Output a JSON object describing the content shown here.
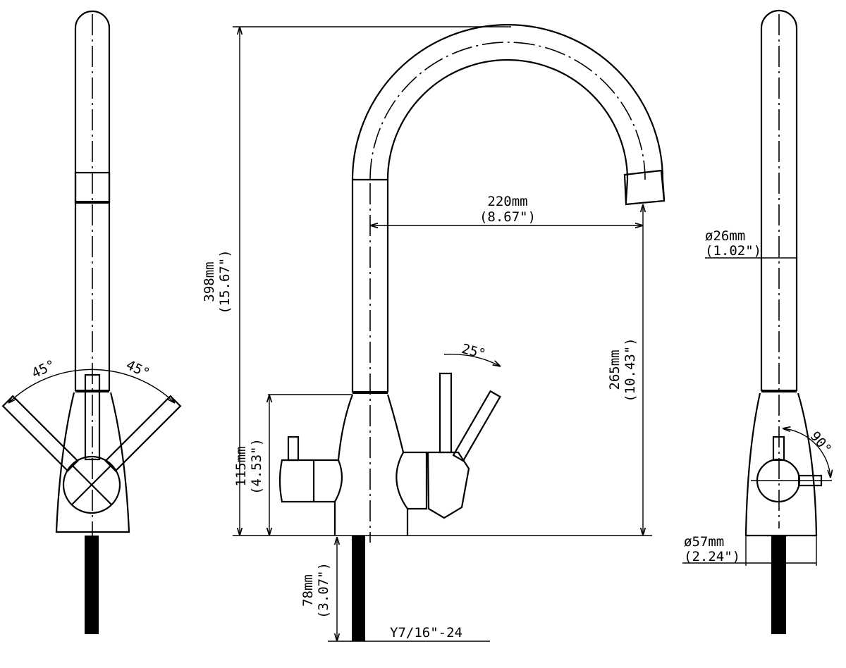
{
  "dimensions": {
    "reach": {
      "mm": "220mm",
      "inch": "(8.67\")"
    },
    "total_height": {
      "mm": "398mm",
      "inch": "(15.67\")"
    },
    "spout_height": {
      "mm": "265mm",
      "inch": "(10.43\")"
    },
    "body_height": {
      "mm": "115mm",
      "inch": "(4.53\")"
    },
    "shank_length": {
      "mm": "78mm",
      "inch": "(3.07\")"
    },
    "thread": "Y7/16\"-24",
    "spout_diameter": {
      "mm": "ø26mm",
      "inch": "(1.02\")"
    },
    "base_diameter": {
      "mm": "ø57mm",
      "inch": "(2.24\")"
    }
  },
  "angles": {
    "left": "45°",
    "right": "45°",
    "lever_tilt": "25°",
    "rotation": "90°"
  }
}
